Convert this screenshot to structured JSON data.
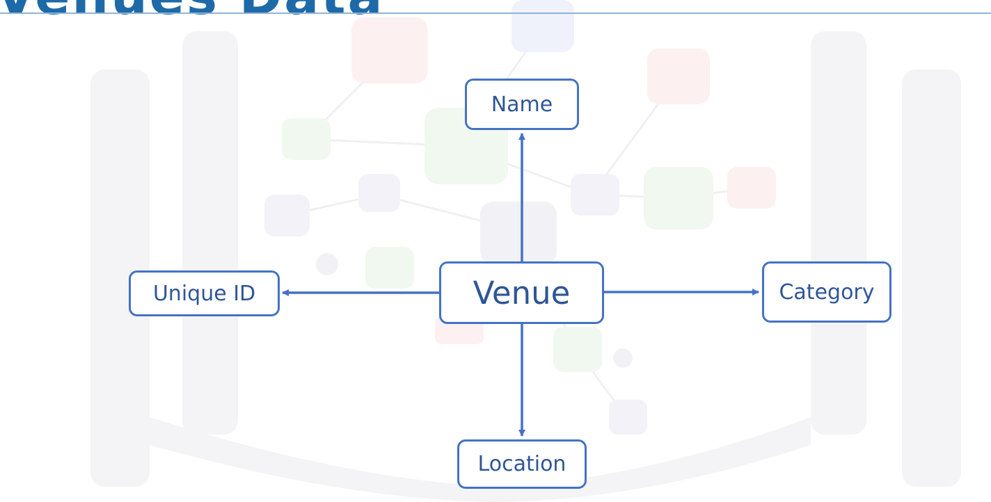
{
  "title": "Venues Data",
  "diagram": {
    "center": "Venue",
    "nodes": {
      "name": "Name",
      "unique_id": "Unique ID",
      "category": "Category",
      "location": "Location"
    }
  },
  "colors": {
    "title": "#1e6aa8",
    "node_border": "#4472c4",
    "node_text": "#2f5597",
    "arrow": "#4472c4"
  }
}
